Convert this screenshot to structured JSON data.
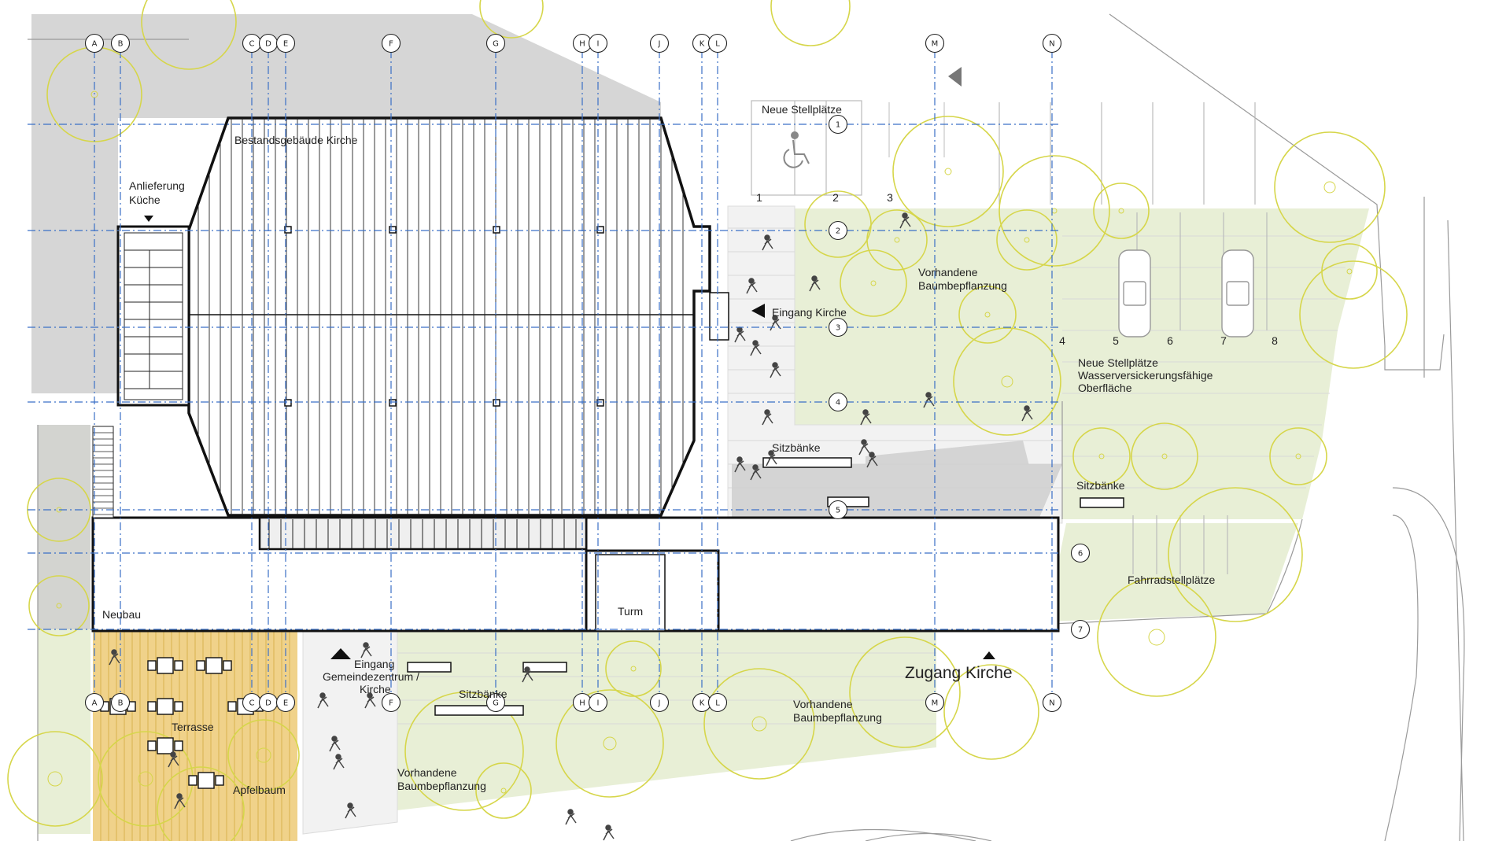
{
  "grid_axes": {
    "letters": [
      "A",
      "B",
      "C",
      "D",
      "E",
      "F",
      "G",
      "H",
      "I",
      "J",
      "K",
      "L",
      "M",
      "N"
    ],
    "numbers": [
      "1",
      "2",
      "3",
      "4",
      "5",
      "6",
      "7"
    ]
  },
  "parking_numbers_top": [
    "1",
    "2",
    "3"
  ],
  "parking_numbers_right": [
    "4",
    "5",
    "6",
    "7",
    "8"
  ],
  "labels": {
    "neue_stellplaetze": "Neue Stellplätze",
    "bestandsgebaeude": "Bestandsgebäude Kirche",
    "anlieferung_1": "Anlieferung",
    "anlieferung_2": "Küche",
    "vorhandene_1a": "Vorhandene",
    "vorhandene_1b": "Baumbepflanzung",
    "eingang_kirche": "Eingang Kirche",
    "neue_stellplaetze_2a": "Neue Stellplätze",
    "neue_stellplaetze_2b": "Wasserversickerungsfähige",
    "neue_stellplaetze_2c": "Oberfläche",
    "sitzbaenke_1": "Sitzbänke",
    "sitzbaenke_2": "Sitzbänke",
    "sitzbaenke_3": "Sitzbänke",
    "fahrradstellplaetze": "Fahrradstellplätze",
    "neubau": "Neubau",
    "turm": "Turm",
    "eingang_gz_1": "Eingang",
    "eingang_gz_2": "Gemeindezentrum /",
    "eingang_gz_3": "Kirche",
    "zugang_kirche": "Zugang Kirche",
    "vorhandene_2a": "Vorhandene",
    "vorhandene_2b": "Baumbepflanzung",
    "vorhandene_3a": "Vorhandene",
    "vorhandene_3b": "Baumbepflanzung",
    "terrasse": "Terrasse",
    "apfelbaum": "Apfelbaum"
  },
  "colors": {
    "grass": "#e8efd6",
    "shadow": "#cfcfcf",
    "tree_outline": "#d6d64a",
    "grid_line": "#3a6fc6",
    "terrace_wood": "#f0d28a",
    "building_outline": "#111111"
  },
  "icons": [
    "accessible-parking-icon",
    "arrow-left-icon",
    "arrow-up-icon",
    "car-icon",
    "pedestrian-icon",
    "table-chairs-icon"
  ]
}
